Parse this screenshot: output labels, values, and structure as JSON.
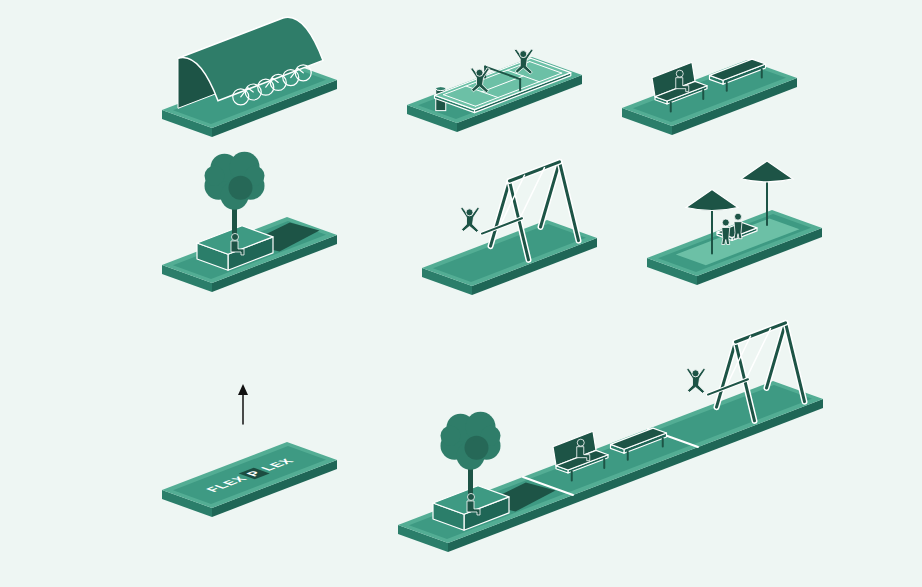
{
  "diagram": {
    "nodes": [
      {
        "text": [
          "FLEX",
          "P",
          "LEX"
        ]
      }
    ]
  }
}
